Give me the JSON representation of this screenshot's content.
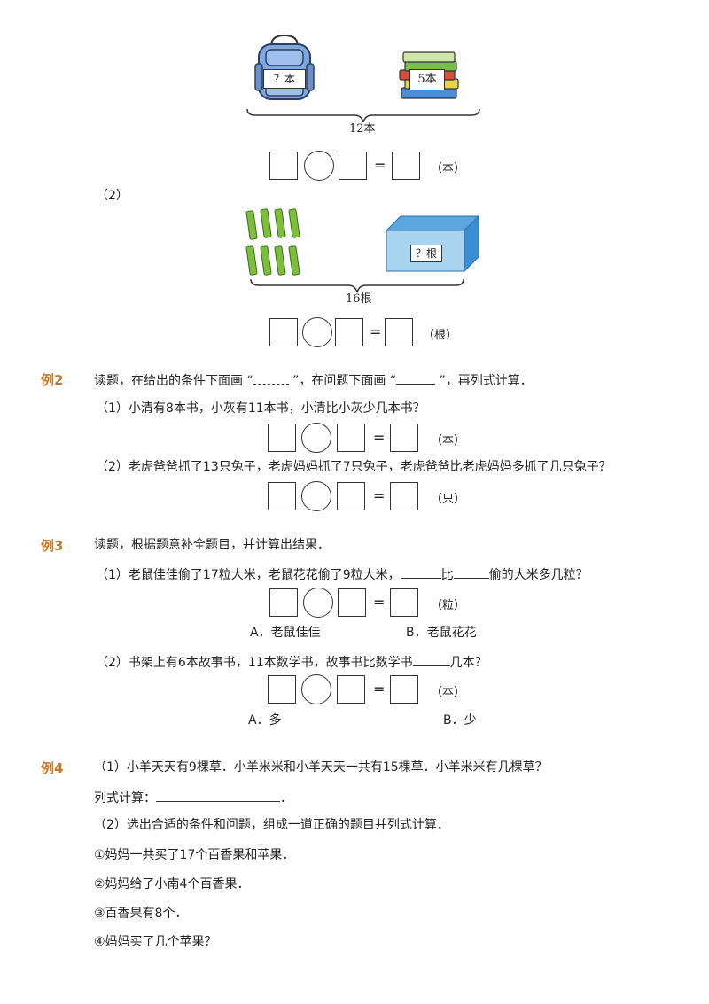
{
  "top_problem": {
    "bag_label": "？本",
    "books_label": "5本",
    "total": "12本",
    "unit": "（本）"
  },
  "problem2": {
    "number": "（2）",
    "box_label": "？根",
    "total": "16根",
    "unit": "（根）"
  },
  "example2": {
    "label": "例2",
    "instruction": "读题，在给出的条件下面画 “",
    "instruction_mid": " ”，在问题下面画 “",
    "instruction_end": " ”，再列式计算．",
    "q1": "（1）小清有8本书，小灰有11本书，小清比小灰少几本书？",
    "q1_unit": "（本）",
    "q2": "（2）老虎爸爸抓了13只兔子，老虎妈妈抓了7只兔子，老虎爸爸比老虎妈妈多抓了几只兔子？",
    "q2_unit": "（只）"
  },
  "example3": {
    "label": "例3",
    "instruction": "读题，根据题意补全题目，并计算出结果．",
    "q1_a": "（1）老鼠佳佳偷了17粒大米，老鼠花花偷了9粒大米，",
    "q1_b": "比",
    "q1_c": "偷的大米多几粒？",
    "q1_unit": "（粒）",
    "q1_optA": "A．老鼠佳佳",
    "q1_optB": "B．老鼠花花",
    "q2_a": "（2）书架上有6本故事书，11本数学书，故事书比数学书",
    "q2_b": "几本？",
    "q2_unit": "（本）",
    "q2_optA": "A．多",
    "q2_optB": "B．少"
  },
  "example4": {
    "label": "例4",
    "q1": "（1）小羊天天有9棵草．小羊米米和小羊天天一共有15棵草．小羊米米有几棵草？",
    "calc_label": "列式计算：",
    "calc_end": "．",
    "q2": "（2）选出合适的条件和问题，组成一道正确的题目并列式计算．",
    "opt1": "①妈妈一共买了17个百香果和苹果．",
    "opt2": "②妈妈给了小南4个百香果．",
    "opt3": "③百香果有8个．",
    "opt4": "④妈妈买了几个苹果？"
  },
  "colors": {
    "example_label": "#c8782a",
    "backpack": "#7fa8dc",
    "stick": "#7cbf3a",
    "box_front": "#a9d4f0",
    "box_top": "#5ba7e0"
  }
}
